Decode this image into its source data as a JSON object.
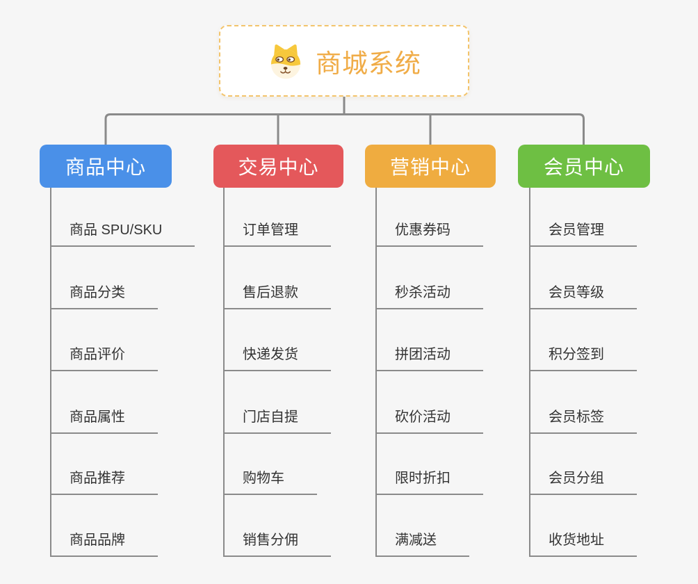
{
  "app": {
    "background": "#F6F6F6",
    "connector_color": "#8A8A8A",
    "child_text_color": "#333333",
    "child_line_color": "#8A8A8A"
  },
  "root": {
    "title": "商城系统",
    "icon": "dog-face-icon",
    "title_color": "#F0AC47",
    "border_color": "#F3C46B",
    "background": "#FFFFFF"
  },
  "branches": [
    {
      "label": "商品中心",
      "color": "#4A90E8",
      "children": [
        "商品 SPU/SKU",
        "商品分类",
        "商品评价",
        "商品属性",
        "商品推荐",
        "商品品牌"
      ]
    },
    {
      "label": "交易中心",
      "color": "#E4585B",
      "children": [
        "订单管理",
        "售后退款",
        "快递发货",
        "门店自提",
        "购物车",
        "销售分佣"
      ]
    },
    {
      "label": "营销中心",
      "color": "#EFAC40",
      "children": [
        "优惠券码",
        "秒杀活动",
        "拼团活动",
        "砍价活动",
        "限时折扣",
        "满减送"
      ]
    },
    {
      "label": "会员中心",
      "color": "#6EBF43",
      "children": [
        "会员管理",
        "会员等级",
        "积分签到",
        "会员标签",
        "会员分组",
        "收货地址"
      ]
    }
  ]
}
